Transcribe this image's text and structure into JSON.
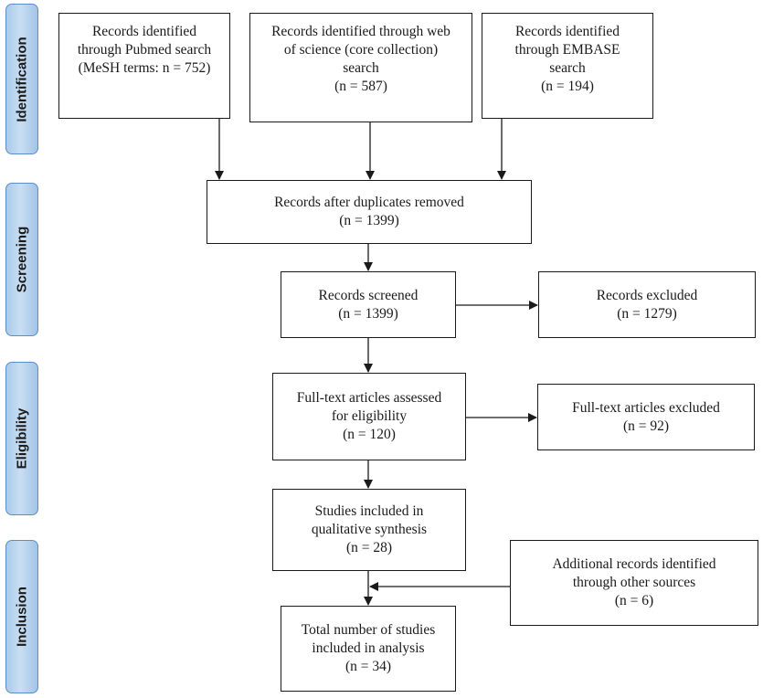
{
  "phases": {
    "identification": "Identification",
    "screening": "Screening",
    "eligibility": "Eligibility",
    "inclusion": "Inclusion"
  },
  "boxes": {
    "pubmed": {
      "line1": "Records identified",
      "line2": "through Pubmed search",
      "line3": "(MeSH terms: n = 752)"
    },
    "wos": {
      "line1": "Records identified through web",
      "line2": "of science (core collection)",
      "line3": "search",
      "line4": "(n = 587)"
    },
    "embase": {
      "line1": "Records identified",
      "line2": "through EMBASE",
      "line3": "search",
      "line4": "(n = 194)"
    },
    "duplicates": {
      "line1": "Records after duplicates removed",
      "line2": "(n = 1399)"
    },
    "screened": {
      "line1": "Records screened",
      "line2": "(n = 1399)"
    },
    "excluded": {
      "line1": "Records excluded",
      "line2": "(n = 1279)"
    },
    "fulltext": {
      "line1": "Full-text  articles assessed",
      "line2": "for eligibility",
      "line3": "(n = 120)"
    },
    "fulltext_excluded": {
      "line1": "Full-text articles excluded",
      "line2": "(n = 92)"
    },
    "qualitative": {
      "line1": "Studies included in",
      "line2": "qualitative  synthesis",
      "line3": "(n = 28)"
    },
    "additional": {
      "line1": "Additional records identified",
      "line2": "through other sources",
      "line3": "(n = 6)"
    },
    "total": {
      "line1": "Total number of studies",
      "line2": "included in analysis",
      "line3": "(n = 34)"
    }
  }
}
